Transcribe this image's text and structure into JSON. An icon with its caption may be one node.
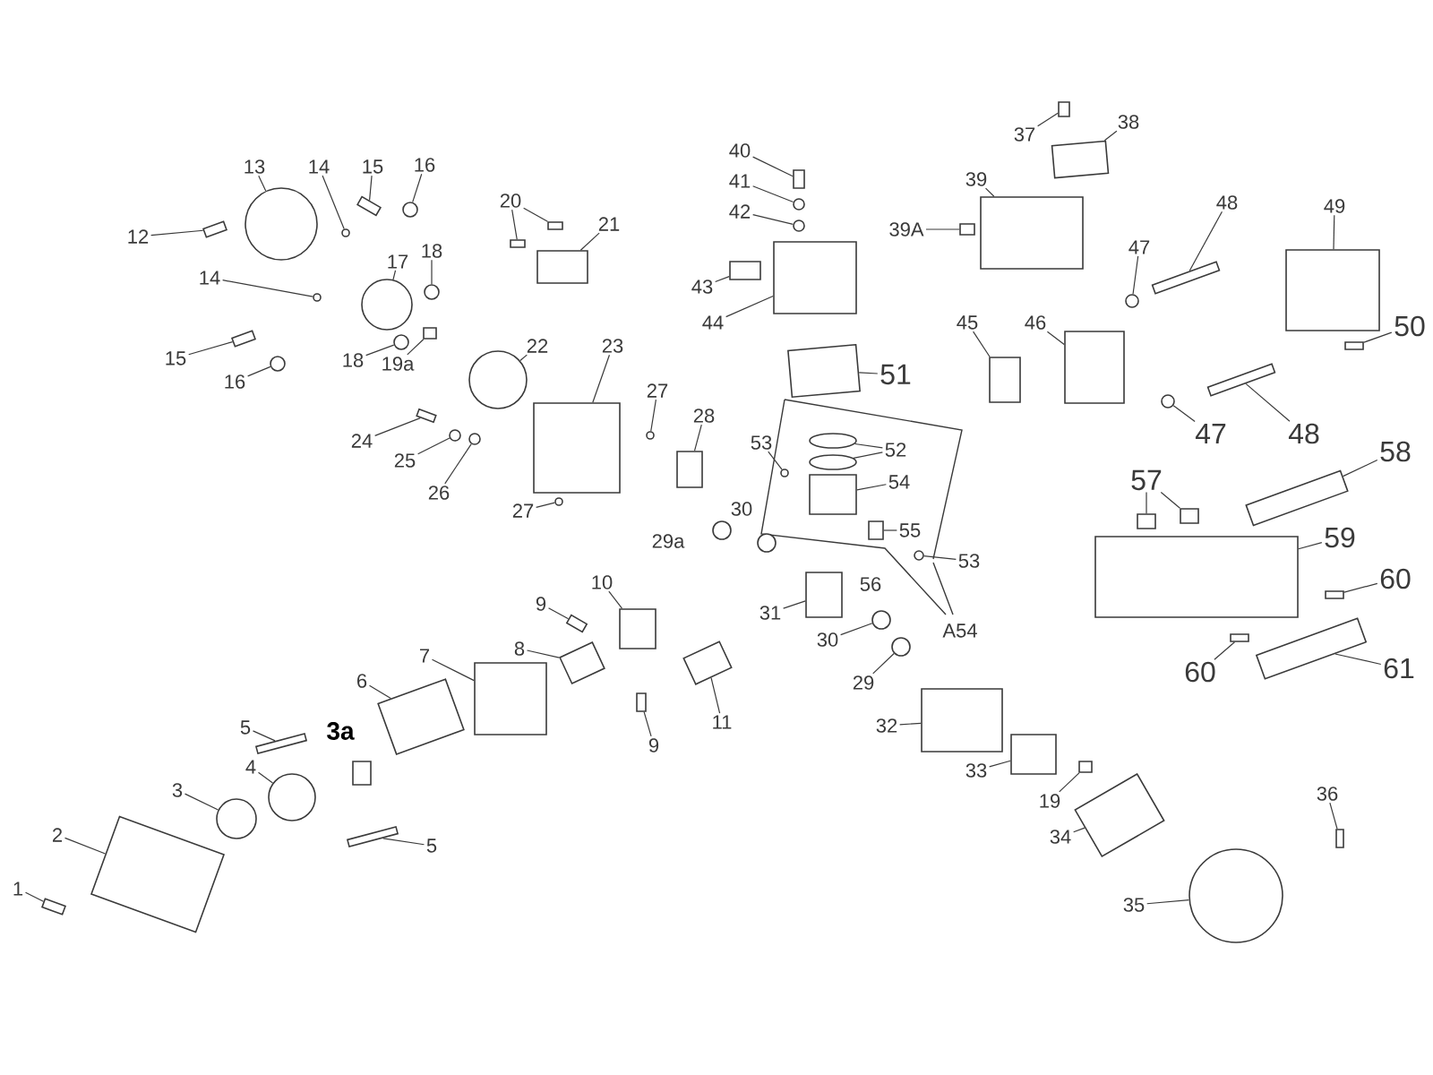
{
  "diagram": {
    "nodes": [
      {
        "text": [
          "1"
        ]
      },
      {
        "text": [
          "2"
        ]
      },
      {
        "text": [
          "3"
        ]
      },
      {
        "text": [
          "3a"
        ]
      },
      {
        "text": [
          "4"
        ]
      },
      {
        "text": [
          "5"
        ]
      },
      {
        "text": [
          "5"
        ]
      },
      {
        "text": [
          "6"
        ]
      },
      {
        "text": [
          "7"
        ]
      },
      {
        "text": [
          "8"
        ]
      },
      {
        "text": [
          "9"
        ]
      },
      {
        "text": [
          "9"
        ]
      },
      {
        "text": [
          "10"
        ]
      },
      {
        "text": [
          "11"
        ]
      },
      {
        "text": [
          "12"
        ]
      },
      {
        "text": [
          "13"
        ]
      },
      {
        "text": [
          "14"
        ]
      },
      {
        "text": [
          "14"
        ]
      },
      {
        "text": [
          "15"
        ]
      },
      {
        "text": [
          "16"
        ]
      },
      {
        "text": [
          "15"
        ]
      },
      {
        "text": [
          "16"
        ]
      },
      {
        "text": [
          "17"
        ]
      },
      {
        "text": [
          "18"
        ]
      },
      {
        "text": [
          "18"
        ]
      },
      {
        "text": [
          "19a"
        ]
      },
      {
        "text": [
          "20"
        ]
      },
      {
        "text": [
          "21"
        ]
      },
      {
        "text": [
          "22"
        ]
      },
      {
        "text": [
          "23"
        ]
      },
      {
        "text": [
          "24"
        ]
      },
      {
        "text": [
          "25"
        ]
      },
      {
        "text": [
          "26"
        ]
      },
      {
        "text": [
          "27"
        ]
      },
      {
        "text": [
          "27"
        ]
      },
      {
        "text": [
          "28"
        ]
      },
      {
        "text": [
          "29a"
        ]
      },
      {
        "text": [
          "30"
        ]
      },
      {
        "text": [
          "31"
        ]
      },
      {
        "text": [
          "30"
        ]
      },
      {
        "text": [
          "29"
        ]
      },
      {
        "text": [
          "32"
        ]
      },
      {
        "text": [
          "33"
        ]
      },
      {
        "text": [
          "19"
        ]
      },
      {
        "text": [
          "34"
        ]
      },
      {
        "text": [
          "35"
        ]
      },
      {
        "text": [
          "36"
        ]
      },
      {
        "text": [
          "37"
        ]
      },
      {
        "text": [
          "38"
        ]
      },
      {
        "text": [
          "39"
        ]
      },
      {
        "text": [
          "39A"
        ]
      },
      {
        "text": [
          "40"
        ]
      },
      {
        "text": [
          "41"
        ]
      },
      {
        "text": [
          "42"
        ]
      },
      {
        "text": [
          "43"
        ]
      },
      {
        "text": [
          "44"
        ]
      },
      {
        "text": [
          "45"
        ]
      },
      {
        "text": [
          "46"
        ]
      },
      {
        "text": [
          "47"
        ]
      },
      {
        "text": [
          "48"
        ]
      },
      {
        "text": [
          "49"
        ]
      },
      {
        "text": [
          "50"
        ]
      },
      {
        "text": [
          "51"
        ]
      },
      {
        "text": [
          "52"
        ]
      },
      {
        "text": [
          "53"
        ]
      },
      {
        "text": [
          "54"
        ]
      },
      {
        "text": [
          "55"
        ]
      },
      {
        "text": [
          "56"
        ]
      },
      {
        "text": [
          "53"
        ]
      },
      {
        "text": [
          "A54"
        ]
      },
      {
        "text": [
          "57"
        ]
      },
      {
        "text": [
          "58"
        ]
      },
      {
        "text": [
          "59"
        ]
      },
      {
        "text": [
          "60"
        ]
      },
      {
        "text": [
          "60"
        ]
      },
      {
        "text": [
          "61"
        ]
      },
      {
        "text": [
          "47"
        ]
      },
      {
        "text": [
          "48"
        ]
      },
      {
        "text": [],
        "shape": "box"
      },
      {
        "text": [],
        "shape": "box"
      },
      {
        "text": [],
        "shape": "circle"
      },
      {
        "text": [],
        "shape": "circle"
      },
      {
        "text": [],
        "shape": "box"
      },
      {
        "text": [],
        "shape": "box"
      },
      {
        "text": [],
        "shape": "box"
      },
      {
        "text": [],
        "shape": "box"
      },
      {
        "text": [],
        "shape": "box"
      },
      {
        "text": [],
        "shape": "box"
      },
      {
        "text": [],
        "shape": "box"
      },
      {
        "text": [],
        "shape": "box"
      },
      {
        "text": [],
        "shape": "box"
      },
      {
        "text": [],
        "shape": "box"
      },
      {
        "text": [],
        "shape": "circle"
      },
      {
        "text": [],
        "shape": "circle"
      },
      {
        "text": [],
        "shape": "circle"
      },
      {
        "text": [],
        "shape": "box"
      },
      {
        "text": [],
        "shape": "circle"
      },
      {
        "text": [],
        "shape": "box"
      },
      {
        "text": [],
        "shape": "circle"
      },
      {
        "text": [],
        "shape": "circle"
      },
      {
        "text": [],
        "shape": "circle"
      },
      {
        "text": [],
        "shape": "circle"
      },
      {
        "text": [],
        "shape": "box"
      },
      {
        "text": [],
        "shape": "box"
      },
      {
        "text": [],
        "shape": "box"
      },
      {
        "text": [],
        "shape": "box"
      },
      {
        "text": [],
        "shape": "circle"
      },
      {
        "text": [],
        "shape": "box"
      },
      {
        "text": [],
        "shape": "box"
      },
      {
        "text": [],
        "shape": "circle"
      },
      {
        "text": [],
        "shape": "circle"
      },
      {
        "text": [],
        "shape": "circle"
      },
      {
        "text": [],
        "shape": "circle"
      },
      {
        "text": [],
        "shape": "box"
      },
      {
        "text": [],
        "shape": "box"
      },
      {
        "text": [],
        "shape": "circle"
      },
      {
        "text": [],
        "shape": "circle"
      },
      {
        "text": [],
        "shape": "box"
      },
      {
        "text": [],
        "shape": "box"
      },
      {
        "text": [],
        "shape": "box"
      },
      {
        "text": [],
        "shape": "box"
      },
      {
        "text": [],
        "shape": "circle"
      },
      {
        "text": [],
        "shape": "box"
      },
      {
        "text": [],
        "shape": "box"
      },
      {
        "text": [],
        "shape": "box"
      },
      {
        "text": [],
        "shape": "box"
      },
      {
        "text": [],
        "shape": "box"
      },
      {
        "text": [],
        "shape": "box"
      },
      {
        "text": [],
        "shape": "circle"
      },
      {
        "text": [],
        "shape": "circle"
      },
      {
        "text": [],
        "shape": "box"
      },
      {
        "text": [],
        "shape": "box"
      },
      {
        "text": [],
        "shape": "box"
      },
      {
        "text": [],
        "shape": "box"
      },
      {
        "text": [],
        "shape": "circle"
      },
      {
        "text": [],
        "shape": "box"
      },
      {
        "text": [],
        "shape": "box"
      },
      {
        "text": [],
        "shape": "box"
      },
      {
        "text": [],
        "shape": "box"
      },
      {
        "text": [],
        "shape": "ellipse"
      },
      {
        "text": [],
        "shape": "ellipse"
      },
      {
        "text": [],
        "shape": "circle"
      },
      {
        "text": [],
        "shape": "box"
      },
      {
        "text": [],
        "shape": "box"
      },
      {
        "text": [],
        "shape": "circle"
      },
      {
        "text": [],
        "shape": "box"
      },
      {
        "text": [],
        "shape": "box"
      },
      {
        "text": [],
        "shape": "box"
      },
      {
        "text": [],
        "shape": "box"
      },
      {
        "text": [],
        "shape": "box"
      },
      {
        "text": [],
        "shape": "box"
      },
      {
        "text": [],
        "shape": "box"
      },
      {
        "text": [],
        "shape": "circle"
      },
      {
        "text": [],
        "shape": "box"
      }
    ],
    "edges": [
      {
        "from": 0,
        "to": 78,
        "arrow": "none"
      },
      {
        "from": 1,
        "to": 79,
        "arrow": "none"
      },
      {
        "from": 2,
        "to": 80,
        "arrow": "none"
      },
      {
        "from": 4,
        "to": 81,
        "arrow": "none"
      },
      {
        "from": 5,
        "to": 82,
        "arrow": "none"
      },
      {
        "from": 6,
        "to": 83,
        "arrow": "none"
      },
      {
        "from": 7,
        "to": 84,
        "arrow": "none"
      },
      {
        "from": 8,
        "to": 85,
        "arrow": "none"
      },
      {
        "from": 9,
        "to": 86,
        "arrow": "none"
      },
      {
        "from": 10,
        "to": 87,
        "arrow": "none"
      },
      {
        "from": 11,
        "to": 88,
        "arrow": "none"
      },
      {
        "from": 12,
        "to": 89,
        "arrow": "none"
      },
      {
        "from": 13,
        "to": 90,
        "arrow": "none"
      },
      {
        "from": 14,
        "to": 91,
        "arrow": "none"
      },
      {
        "from": 15,
        "to": 92,
        "arrow": "none"
      },
      {
        "from": 16,
        "to": 93,
        "arrow": "none"
      },
      {
        "from": 17,
        "to": 94,
        "arrow": "none"
      },
      {
        "from": 18,
        "to": 95,
        "arrow": "none"
      },
      {
        "from": 19,
        "to": 96,
        "arrow": "none"
      },
      {
        "from": 20,
        "to": 97,
        "arrow": "none"
      },
      {
        "from": 21,
        "to": 98,
        "arrow": "none"
      },
      {
        "from": 22,
        "to": 99,
        "arrow": "none"
      },
      {
        "from": 23,
        "to": 100,
        "arrow": "none"
      },
      {
        "from": 24,
        "to": 101,
        "arrow": "none"
      },
      {
        "from": 25,
        "to": 102,
        "arrow": "none"
      },
      {
        "from": 26,
        "to": 103,
        "arrow": "none"
      },
      {
        "from": 26,
        "to": 104,
        "arrow": "none"
      },
      {
        "from": 27,
        "to": 105,
        "arrow": "none"
      },
      {
        "from": 28,
        "to": 106,
        "arrow": "none"
      },
      {
        "from": 29,
        "to": 107,
        "arrow": "none"
      },
      {
        "from": 30,
        "to": 108,
        "arrow": "none"
      },
      {
        "from": 31,
        "to": 109,
        "arrow": "none"
      },
      {
        "from": 32,
        "to": 110,
        "arrow": "none"
      },
      {
        "from": 33,
        "to": 111,
        "arrow": "none"
      },
      {
        "from": 34,
        "to": 112,
        "arrow": "none"
      },
      {
        "from": 35,
        "to": 113,
        "arrow": "none"
      },
      {
        "from": 38,
        "to": 114,
        "arrow": "none"
      },
      {
        "from": 39,
        "to": 115,
        "arrow": "none"
      },
      {
        "from": 40,
        "to": 116,
        "arrow": "none"
      },
      {
        "from": 41,
        "to": 117,
        "arrow": "none"
      },
      {
        "from": 42,
        "to": 118,
        "arrow": "none"
      },
      {
        "from": 43,
        "to": 119,
        "arrow": "none"
      },
      {
        "from": 44,
        "to": 120,
        "arrow": "none"
      },
      {
        "from": 45,
        "to": 121,
        "arrow": "none"
      },
      {
        "from": 46,
        "to": 122,
        "arrow": "none"
      },
      {
        "from": 47,
        "to": 123,
        "arrow": "none"
      },
      {
        "from": 48,
        "to": 124,
        "arrow": "none"
      },
      {
        "from": 49,
        "to": 125,
        "arrow": "none"
      },
      {
        "from": 50,
        "to": 126,
        "arrow": "none"
      },
      {
        "from": 51,
        "to": 127,
        "arrow": "none"
      },
      {
        "from": 52,
        "to": 128,
        "arrow": "none"
      },
      {
        "from": 53,
        "to": 129,
        "arrow": "none"
      },
      {
        "from": 54,
        "to": 130,
        "arrow": "none"
      },
      {
        "from": 55,
        "to": 131,
        "arrow": "none"
      },
      {
        "from": 56,
        "to": 132,
        "arrow": "none"
      },
      {
        "from": 57,
        "to": 133,
        "arrow": "none"
      },
      {
        "from": 58,
        "to": 134,
        "arrow": "none"
      },
      {
        "from": 59,
        "to": 135,
        "arrow": "none"
      },
      {
        "from": 60,
        "to": 136,
        "arrow": "none"
      },
      {
        "from": 61,
        "to": 137,
        "arrow": "none"
      },
      {
        "from": 62,
        "to": 138,
        "arrow": "none"
      },
      {
        "from": 63,
        "to": 139,
        "arrow": "none"
      },
      {
        "from": 63,
        "to": 140,
        "arrow": "none"
      },
      {
        "from": 64,
        "to": 141,
        "arrow": "none"
      },
      {
        "from": 65,
        "to": 142,
        "arrow": "none"
      },
      {
        "from": 66,
        "to": 143,
        "arrow": "none"
      },
      {
        "from": 68,
        "to": 144,
        "arrow": "none"
      },
      {
        "from": 70,
        "to": 145,
        "arrow": "none"
      },
      {
        "from": 70,
        "to": 146,
        "arrow": "none"
      },
      {
        "from": 71,
        "to": 147,
        "arrow": "none"
      },
      {
        "from": 72,
        "to": 148,
        "arrow": "none"
      },
      {
        "from": 73,
        "to": 149,
        "arrow": "none"
      },
      {
        "from": 74,
        "to": 150,
        "arrow": "none"
      },
      {
        "from": 75,
        "to": 151,
        "arrow": "none"
      },
      {
        "from": 76,
        "to": 152,
        "arrow": "none"
      },
      {
        "from": 77,
        "to": 153,
        "arrow": "none"
      }
    ]
  }
}
